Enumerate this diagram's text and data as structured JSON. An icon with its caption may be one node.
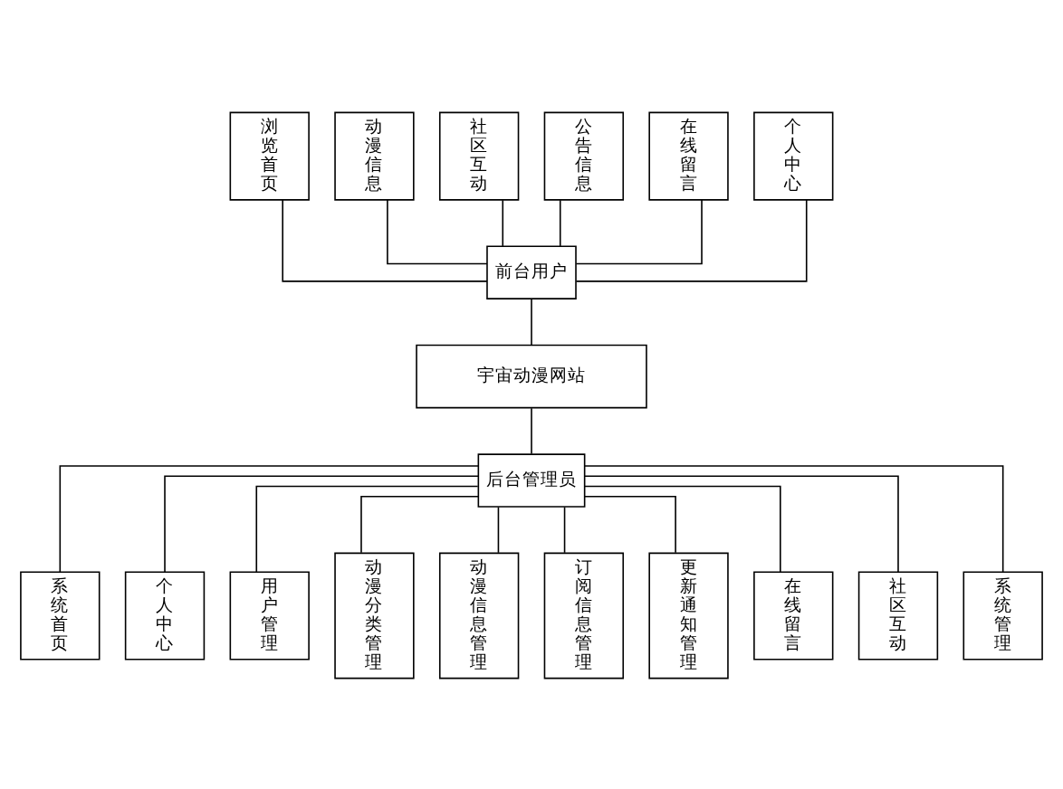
{
  "diagram": {
    "nodes": [
      {
        "text": [
          "浏览首页"
        ]
      },
      {
        "text": [
          "动漫信息"
        ]
      },
      {
        "text": [
          "社区互动"
        ]
      },
      {
        "text": [
          "公告信息"
        ]
      },
      {
        "text": [
          "在线留言"
        ]
      },
      {
        "text": [
          "个人中心"
        ]
      },
      {
        "text": [
          "前台用户"
        ]
      },
      {
        "text": [
          "宇宙动漫网站"
        ]
      },
      {
        "text": [
          "后台管理员"
        ]
      },
      {
        "text": [
          "系统首页"
        ]
      },
      {
        "text": [
          "个人中心"
        ]
      },
      {
        "text": [
          "用户管理"
        ]
      },
      {
        "text": [
          "动漫分类管理"
        ]
      },
      {
        "text": [
          "动漫信息管理"
        ]
      },
      {
        "text": [
          "订阅信息管理"
        ]
      },
      {
        "text": [
          "更新通知管理"
        ]
      },
      {
        "text": [
          "在线留言"
        ]
      },
      {
        "text": [
          "社区互动"
        ]
      },
      {
        "text": [
          "系统管理"
        ]
      }
    ],
    "edges": [
      {
        "from": 0,
        "to": 6,
        "arrow": "none"
      },
      {
        "from": 1,
        "to": 6,
        "arrow": "none"
      },
      {
        "from": 2,
        "to": 6,
        "arrow": "none"
      },
      {
        "from": 3,
        "to": 6,
        "arrow": "none"
      },
      {
        "from": 4,
        "to": 6,
        "arrow": "none"
      },
      {
        "from": 5,
        "to": 6,
        "arrow": "none"
      },
      {
        "from": 6,
        "to": 7,
        "arrow": "none"
      },
      {
        "from": 7,
        "to": 8,
        "arrow": "none"
      },
      {
        "from": 8,
        "to": 9,
        "arrow": "none"
      },
      {
        "from": 8,
        "to": 10,
        "arrow": "none"
      },
      {
        "from": 8,
        "to": 11,
        "arrow": "none"
      },
      {
        "from": 8,
        "to": 12,
        "arrow": "none"
      },
      {
        "from": 8,
        "to": 13,
        "arrow": "none"
      },
      {
        "from": 8,
        "to": 14,
        "arrow": "none"
      },
      {
        "from": 8,
        "to": 15,
        "arrow": "none"
      },
      {
        "from": 8,
        "to": 16,
        "arrow": "none"
      },
      {
        "from": 8,
        "to": 17,
        "arrow": "none"
      },
      {
        "from": 8,
        "to": 18,
        "arrow": "none"
      }
    ]
  }
}
